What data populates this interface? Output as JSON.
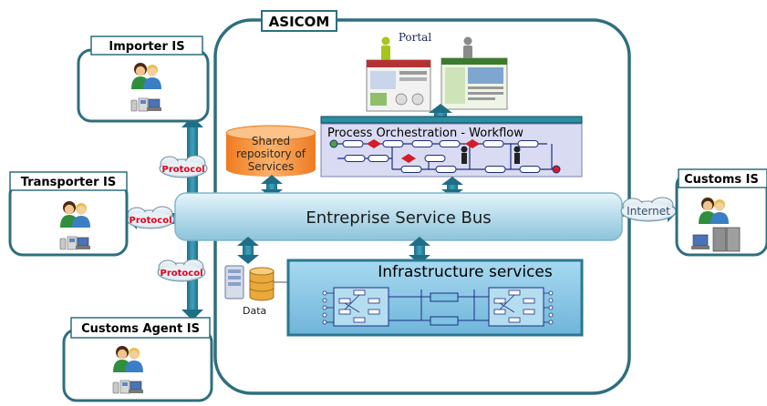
{
  "asicom": {
    "title": "ASICOM"
  },
  "portal": {
    "label": "Portal"
  },
  "process": {
    "title": "Process Orchestration  - Workflow"
  },
  "repository": {
    "line1": "Shared",
    "line2": "repository of",
    "line3": "Services"
  },
  "esb": {
    "label": "Entreprise Service Bus"
  },
  "infrastructure": {
    "title": "Infrastructure services"
  },
  "data": {
    "label": "Data"
  },
  "systems": {
    "importer": "Importer IS",
    "transporter": "Transporter IS",
    "customs_agent": "Customs Agent IS",
    "customs": "Customs IS"
  },
  "protocols": {
    "p1": "Protocol",
    "p2": "Protocol",
    "p3": "Protocol"
  },
  "internet": {
    "label": "Internet"
  },
  "colors": {
    "frame": "#2e6f7e",
    "esb_fill": "#b9dfee",
    "protocol_text": "#e0001b",
    "cylinder": "#f39a4a",
    "infra_fill": "#8ccbe8",
    "workflow_fill": "#d9dbf2"
  }
}
